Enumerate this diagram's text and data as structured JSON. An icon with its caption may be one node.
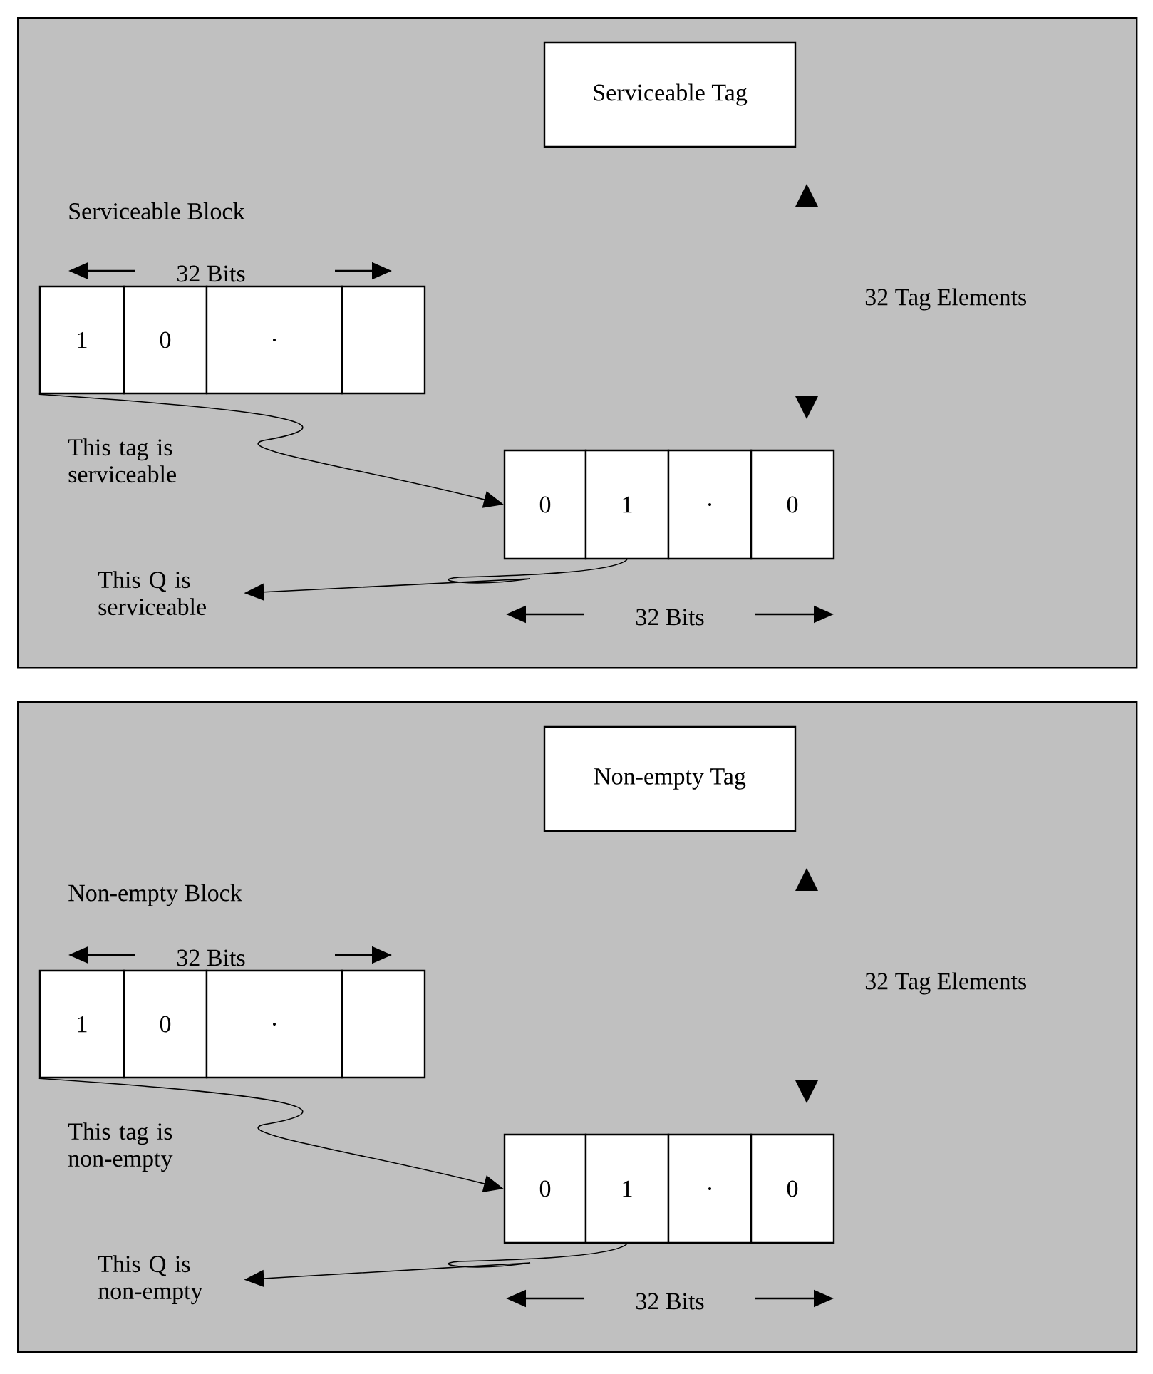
{
  "diagram": {
    "nodes": [
      {
        "text": [],
        "shape": "box"
      },
      {
        "text": [
          "Serviceable Tag"
        ],
        "in": 0
      },
      {
        "text": [
          "1"
        ],
        "in": 0
      },
      {
        "text": [
          "0"
        ],
        "in": 0
      },
      {
        "text": [
          "."
        ],
        "in": 0
      },
      {
        "text": [],
        "shape": "box",
        "in": 0
      },
      {
        "text": [
          "0"
        ],
        "in": 0
      },
      {
        "text": [
          "1"
        ],
        "in": 0
      },
      {
        "text": [
          "."
        ],
        "in": 0
      },
      {
        "text": [
          "0"
        ],
        "in": 0
      },
      {
        "text": [
          "This Q is serviceable"
        ],
        "in": 0
      },
      {
        "text": [],
        "shape": "box"
      },
      {
        "text": [
          "Non-empty  Tag"
        ],
        "in": 11
      },
      {
        "text": [
          "1"
        ],
        "in": 11
      },
      {
        "text": [
          "0"
        ],
        "in": 11
      },
      {
        "text": [
          "."
        ],
        "in": 11
      },
      {
        "text": [],
        "shape": "box",
        "in": 11
      },
      {
        "text": [
          "0"
        ],
        "in": 11
      },
      {
        "text": [
          "1"
        ],
        "in": 11
      },
      {
        "text": [
          "."
        ],
        "in": 11
      },
      {
        "text": [
          "0"
        ],
        "in": 11
      },
      {
        "text": [
          "This Q is non-empty"
        ],
        "in": 11
      }
    ],
    "edges": [
      {
        "from": 2,
        "to": 6,
        "arrow": "to",
        "label": "This tag is serviceable"
      },
      {
        "from": 7,
        "to": 10,
        "arrow": "to"
      },
      {
        "from": 13,
        "to": 17,
        "arrow": "to",
        "label": "This tag is non-empty"
      },
      {
        "from": 18,
        "to": 21,
        "arrow": "to"
      }
    ],
    "labels": [
      "Serviceable Block",
      "32 Bits",
      "32 Tag Elements",
      "32 Bits",
      "Non-empty Block",
      "32 Bits",
      "32 Tag Elements",
      "32 Bits"
    ]
  }
}
